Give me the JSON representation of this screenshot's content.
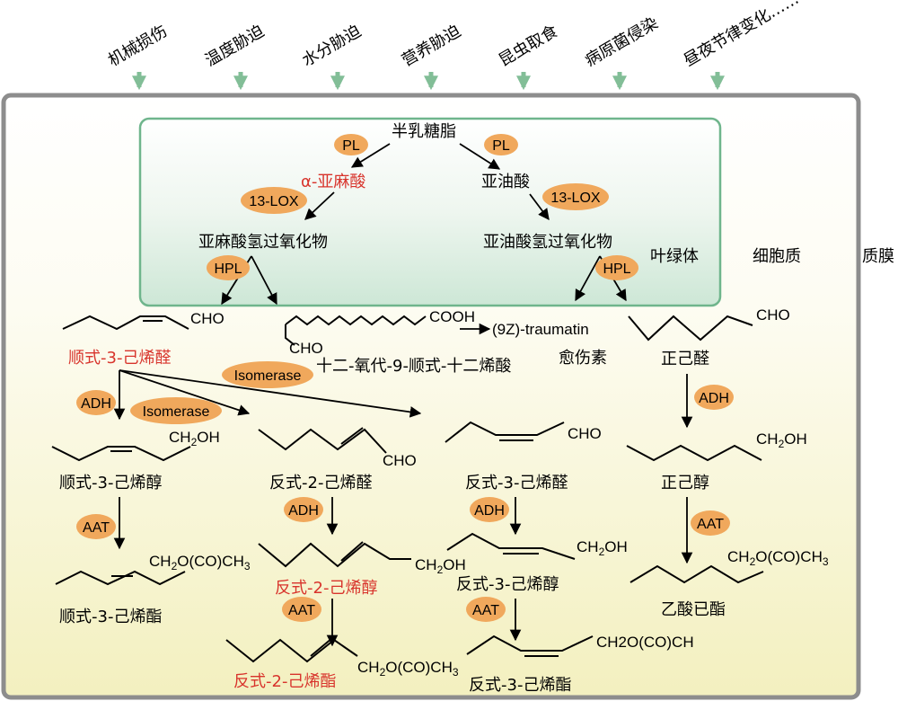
{
  "stresses": [
    "机械损伤",
    "温度胁迫",
    "水分胁迫",
    "营养胁迫",
    "昆虫取食",
    "病原菌侵染",
    "昼夜节律变化……"
  ],
  "regions": {
    "chloroplast": "叶绿体",
    "cytoplasm": "细胞质",
    "plasma_membrane": "质膜"
  },
  "colors": {
    "arrow_green": "#82be97",
    "chloroplast_border": "#6fb58c",
    "enzyme_fill": "#f0a85c",
    "red_text": "#d8342c",
    "membrane": "#8d8d8d"
  },
  "compounds": {
    "galactolipid": "半乳糖脂",
    "alpha_linolenic": "α-亚麻酸",
    "linoleic": "亚油酸",
    "linolenic_hydroperoxide": "亚麻酸氢过氧化物",
    "linoleic_hydroperoxide": "亚油酸氢过氧化物",
    "cis3_hexenal": "顺式-3-己烯醛",
    "oxo_dodecenoic": "十二-氧代-9-顺式-十二烯酸",
    "traumatin_label": "(9Z)-traumatin",
    "traumatin_cn": "愈伤素",
    "hexanal": "正己醛",
    "cis3_hexenol": "顺式-3-己烯醇",
    "trans2_hexenal": "反式-2-己烯醛",
    "trans3_hexenal": "反式-3-己烯醛",
    "hexanol": "正己醇",
    "cis3_hexenyl_acetate": "顺式-3-己烯酯",
    "trans2_hexenol": "反式-2-己烯醇",
    "trans3_hexenol": "反式-3-己烯醇",
    "hexyl_acetate": "乙酸已酯",
    "trans2_hexenyl_acetate": "反式-2-己烯酯",
    "trans3_hexenyl_acetate": "反式-3-己烯酯"
  },
  "groups": {
    "cho": "CHO",
    "cooh": "COOH",
    "ch2oh_a": "CH",
    "ch2oh_b": "2",
    "ch2oh_c": "OH",
    "acetate_a": "CH",
    "acetate_b": "2",
    "acetate_c": "O(CO)CH",
    "acetate_d": "3",
    "acetate_trunc": "CH2O(CO)CH"
  },
  "enzymes": {
    "pl": "PL",
    "lox": "13-LOX",
    "hpl": "HPL",
    "isomerase": "Isomerase",
    "adh": "ADH",
    "aat": "AAT"
  }
}
